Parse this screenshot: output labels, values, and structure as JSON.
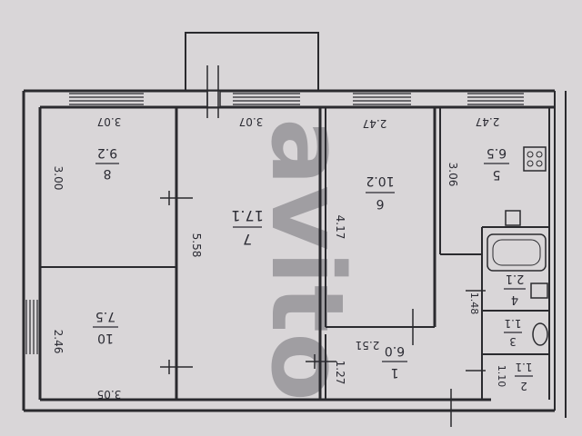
{
  "plan": {
    "background": "#d9d6d8",
    "line_color": "#2a2a2e",
    "rooms": [
      {
        "id": "room-8",
        "number": "8",
        "area": "9.2",
        "dims": [
          "3.07",
          "3.00"
        ]
      },
      {
        "id": "room-7",
        "number": "7",
        "area": "17.1",
        "dims": [
          "3.07",
          "5.58"
        ]
      },
      {
        "id": "room-6",
        "number": "6",
        "area": "10.2",
        "dims": [
          "2.47",
          "4.17"
        ]
      },
      {
        "id": "room-5",
        "number": "5",
        "area": "6.5",
        "dims": [
          "2.47",
          "3.06"
        ]
      },
      {
        "id": "room-10",
        "number": "10",
        "area": "7.5",
        "dims": [
          "3.05",
          "2.46"
        ]
      },
      {
        "id": "room-1",
        "number": "1",
        "area": "6.0",
        "dims": [
          "2.51",
          "1.27"
        ]
      },
      {
        "id": "room-4",
        "number": "4",
        "area": "2.1",
        "dims": [
          "1.48"
        ]
      },
      {
        "id": "room-3",
        "number": "3",
        "area": "1.1",
        "dims": []
      },
      {
        "id": "room-2",
        "number": "2",
        "area": "1.1",
        "dims": [
          "1.10"
        ]
      }
    ],
    "watermark": "avito"
  }
}
